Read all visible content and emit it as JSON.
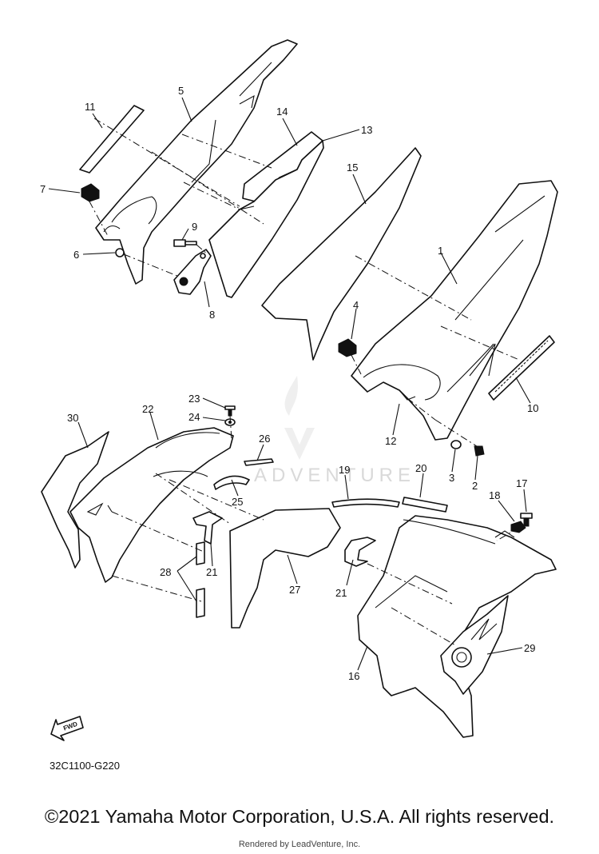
{
  "diagram": {
    "callouts": [
      "1",
      "2",
      "3",
      "4",
      "5",
      "6",
      "7",
      "8",
      "9",
      "10",
      "11",
      "12",
      "13",
      "14",
      "15",
      "16",
      "17",
      "18",
      "19",
      "20",
      "21",
      "21",
      "22",
      "23",
      "24",
      "25",
      "26",
      "27",
      "28",
      "29",
      "30"
    ],
    "fwd_label": "FWD",
    "diagram_code": "32C1100-G220",
    "watermark_text": "ADVENTURE",
    "copyright": "©2021 Yamaha Motor Corporation, U.S.A. All rights reserved.",
    "rendered_by": "Rendered by LeadVenture, Inc."
  },
  "colors": {
    "line": "#111111",
    "watermark": "#d9d9d9",
    "background": "#ffffff"
  }
}
